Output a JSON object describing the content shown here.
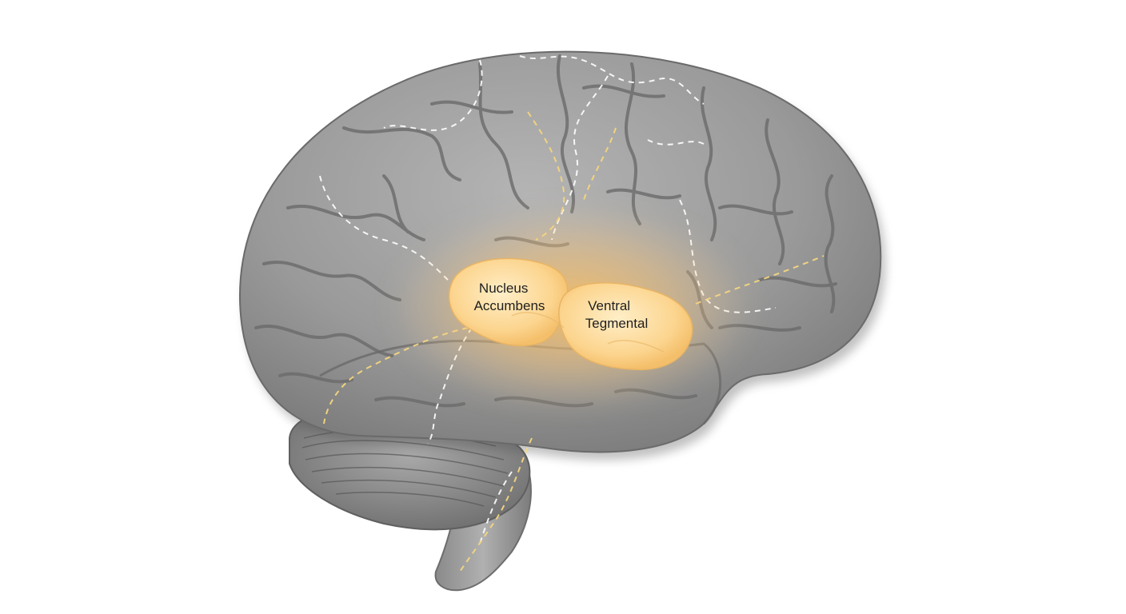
{
  "colors": {
    "background": "#ffffff",
    "brain_base": "#9a9a9a",
    "brain_shadow": "#6e6e6e",
    "brain_highlight": "#c6c6c6",
    "highlight_region": "#fbd58d",
    "highlight_glow": "#ffb347",
    "dashed_white": "#ffffff",
    "dashed_yellow": "#f3d67e"
  },
  "labels": {
    "nucleus_accumbens": {
      "line1": "Nucleus",
      "line2": "Accumbens"
    },
    "ventral_tegmental": {
      "line1": "Ventral",
      "line2": "Tegmental"
    }
  }
}
